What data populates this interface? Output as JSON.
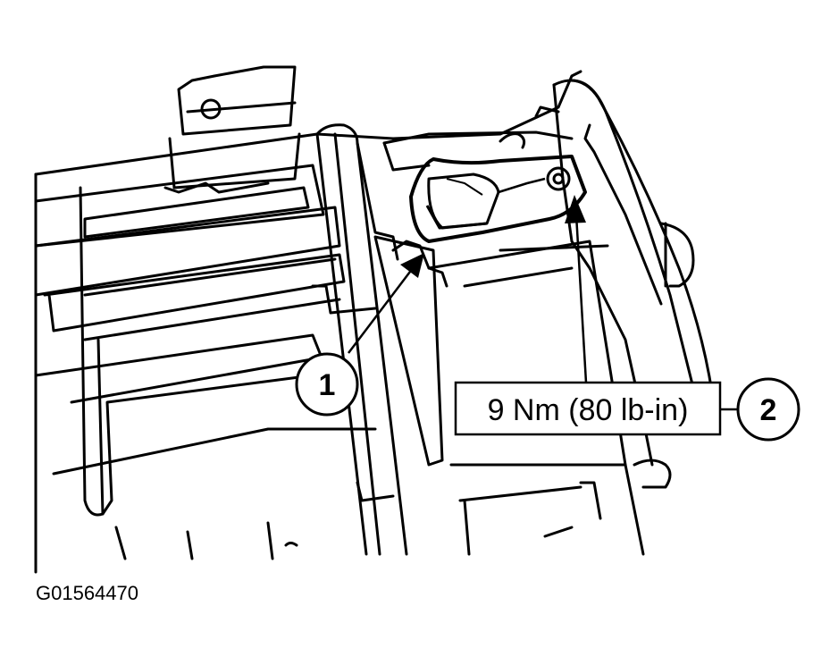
{
  "callouts": [
    {
      "number": "1"
    },
    {
      "number": "2"
    }
  ],
  "torque_spec": "9 Nm (80 lb-in)",
  "figure_code": "G01564470",
  "colors": {
    "line": "#000000",
    "background": "#ffffff"
  }
}
